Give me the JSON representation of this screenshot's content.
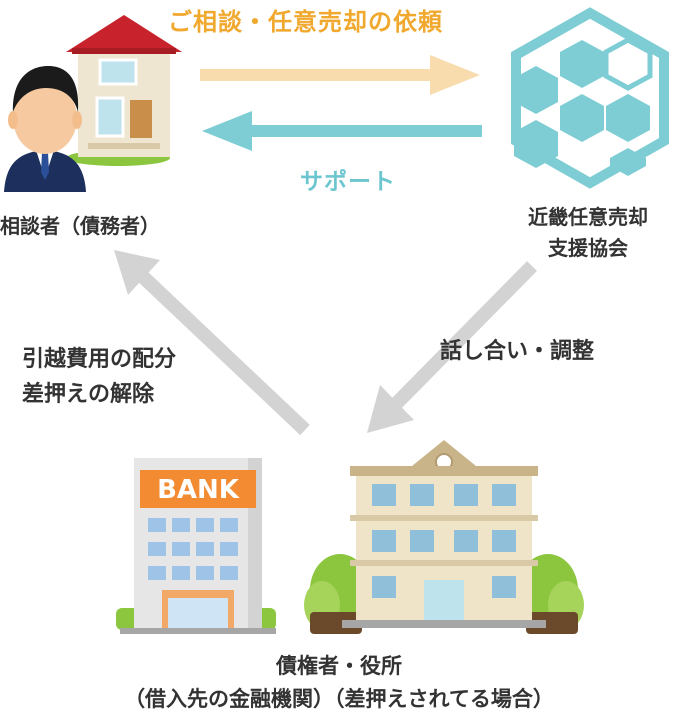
{
  "arrows": {
    "top_label": "ご相談・任意売却の依頼",
    "support_label": "サポート",
    "talk_label": "話し合い・調整",
    "moving_label_lines": [
      "引越費用の配分",
      "差押えの解除"
    ]
  },
  "nodes": {
    "consultant_label": "相談者（債務者）",
    "association_label_lines": [
      "近畿任意売却",
      "支援協会"
    ],
    "creditor_label_lines": [
      "債権者・役所",
      "（借入先の金融機関）（差押えされてる場合）"
    ]
  },
  "bank_sign": "BANK",
  "colors": {
    "orange": "#f0a82e",
    "teal": "#6dc6cf",
    "light_orange_arrow": "#f9dcae",
    "light_teal_arrow": "#7ecdd4",
    "gray_arrow": "#d3d3d3"
  }
}
